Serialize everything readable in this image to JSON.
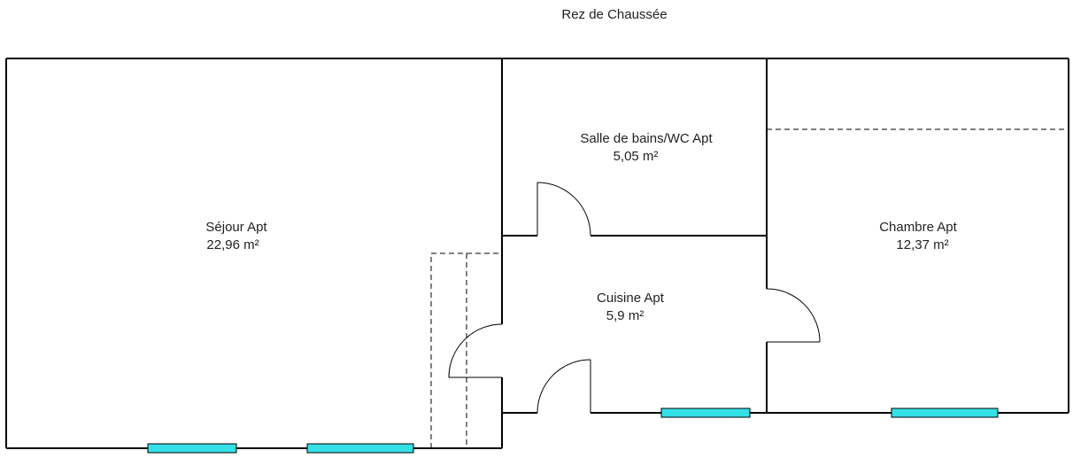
{
  "title": "Rez de Chaussée",
  "rooms": [
    {
      "name": "Séjour Apt",
      "area": "22,96  m²"
    },
    {
      "name": "Salle de bains/WC Apt",
      "area": "5,05  m²"
    },
    {
      "name": "Chambre Apt",
      "area": "12,37  m²"
    },
    {
      "name": "Cuisine Apt",
      "area": "5,9  m²"
    }
  ],
  "colors": {
    "window": "#33e0e6",
    "wall": "#000000"
  }
}
